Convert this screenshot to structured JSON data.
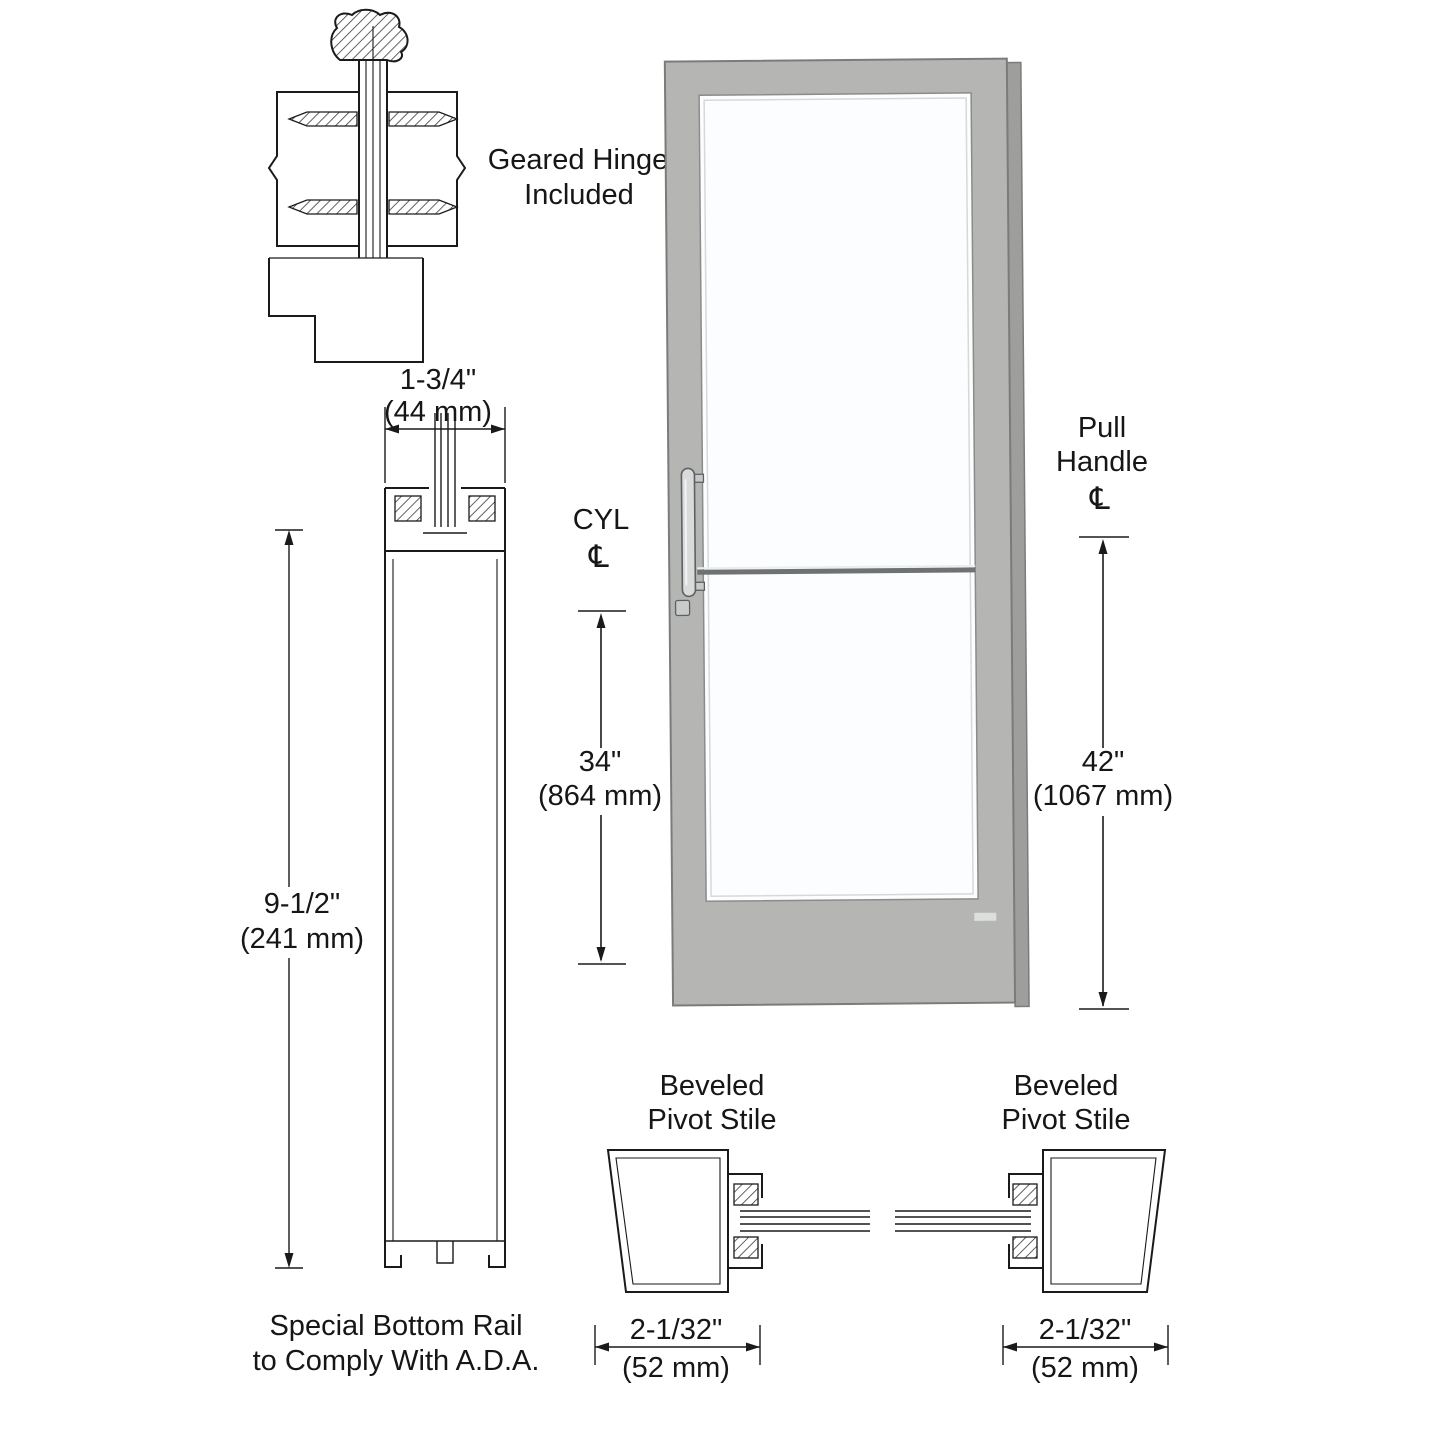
{
  "colors": {
    "background": "#ffffff",
    "line": "#1a1a1a",
    "door_frame": "#b5b6b4",
    "door_edge": "#9e9f9d",
    "glass": "#fbfdfe",
    "hardware": "#6f7275"
  },
  "hinge_detail": {
    "label_line1": "Geared Hinge",
    "label_line2": "Included"
  },
  "stile_width_dim": {
    "imperial": "1-3/4\"",
    "metric": "(44 mm)"
  },
  "bottom_rail_dim": {
    "imperial": "9-1/2\"",
    "metric": "(241 mm)"
  },
  "bottom_rail_note": {
    "line1": "Special Bottom Rail",
    "line2": "to Comply With A.D.A."
  },
  "cyl_dim": {
    "label": "CYL",
    "centerline_symbol": "℄",
    "imperial": "34\"",
    "metric": "(864 mm)"
  },
  "pull_handle_dim": {
    "label_line1": "Pull",
    "label_line2": "Handle",
    "centerline_symbol": "℄",
    "imperial": "42\"",
    "metric": "(1067 mm)"
  },
  "pivot_stile_left": {
    "label_line1": "Beveled",
    "label_line2": "Pivot Stile",
    "imperial": "2-1/32\"",
    "metric": "(52 mm)"
  },
  "pivot_stile_right": {
    "label_line1": "Beveled",
    "label_line2": "Pivot Stile",
    "imperial": "2-1/32\"",
    "metric": "(52 mm)"
  }
}
